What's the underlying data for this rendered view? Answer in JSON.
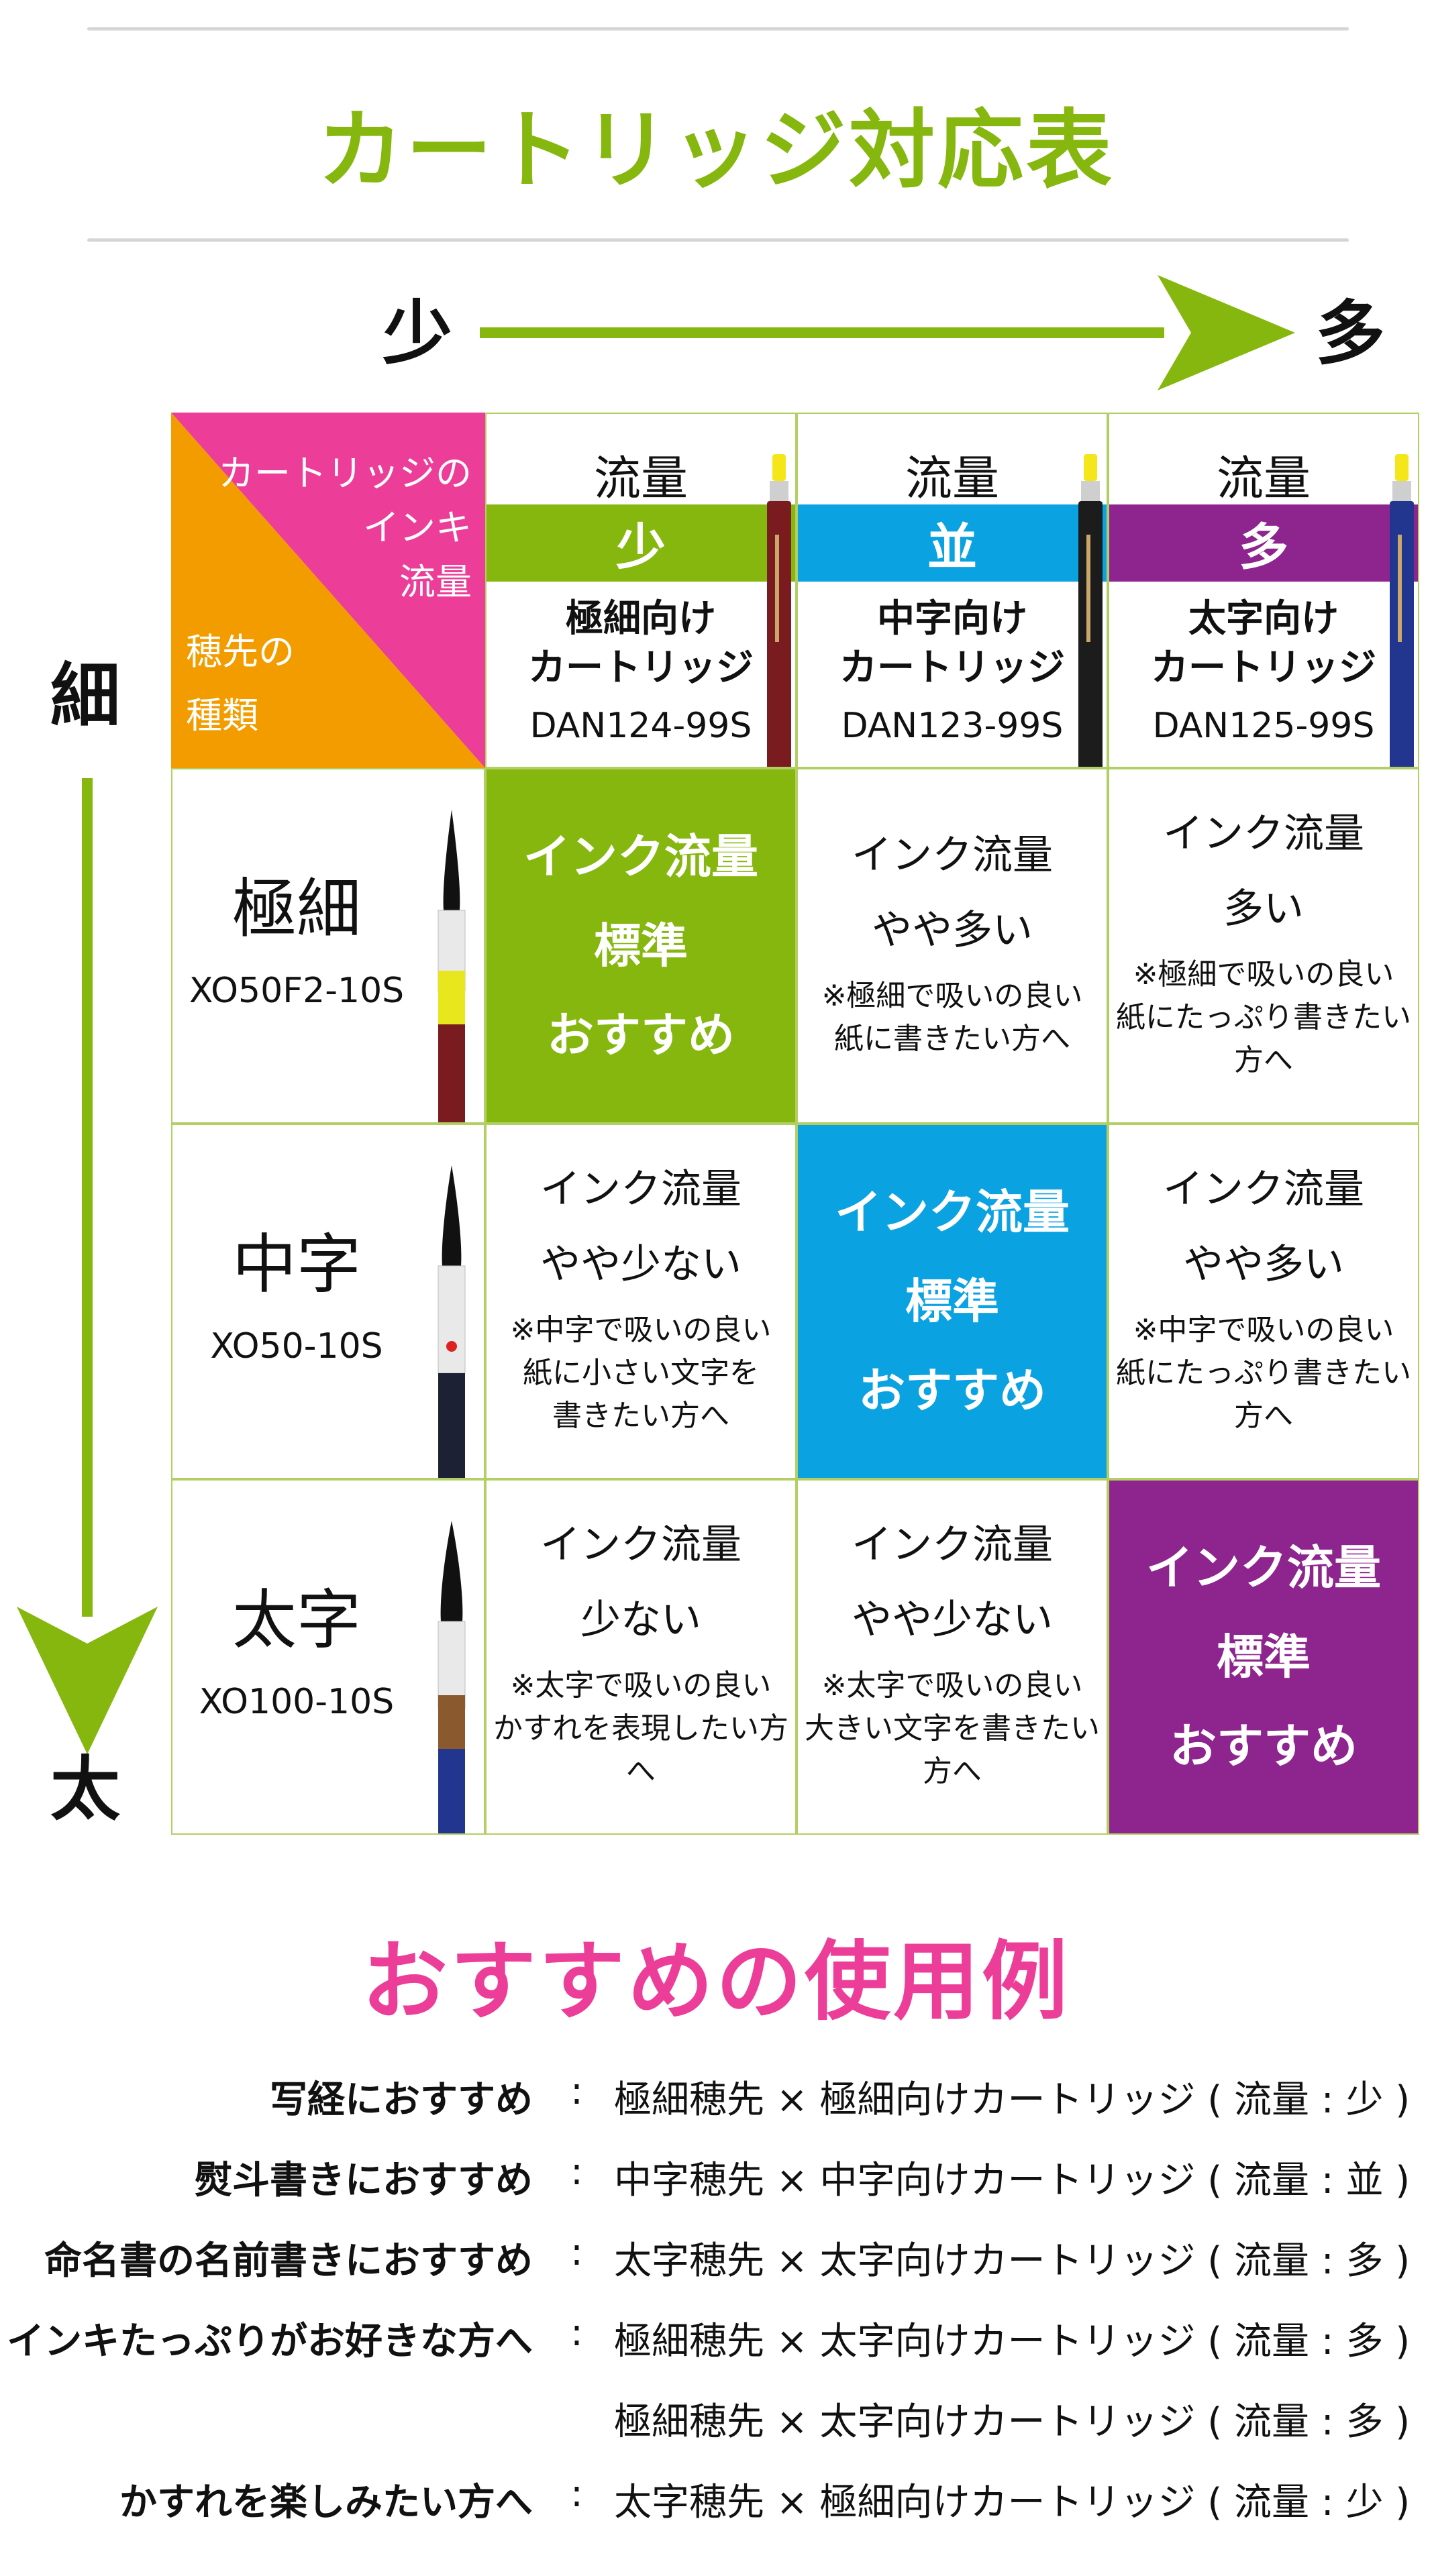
{
  "title": "カートリッジ対応表",
  "axis": {
    "left": "少",
    "right": "多",
    "top": "細",
    "bottom": "太"
  },
  "corner": {
    "cartridge_label": [
      "カートリッジの",
      "インキ",
      "流量"
    ],
    "tip_label": [
      "穂先の",
      "種類"
    ]
  },
  "colors": {
    "accent_green": "#85b70e",
    "accent_blue": "#0ba2e1",
    "accent_purple": "#8e258f",
    "accent_pink": "#ec3e98",
    "accent_orange": "#f39c00"
  },
  "columns": [
    {
      "flow_label": "流量",
      "level": "少",
      "desc1": "極細向け",
      "desc2": "カートリッジ",
      "code": "DAN124-99S"
    },
    {
      "flow_label": "流量",
      "level": "並",
      "desc1": "中字向け",
      "desc2": "カートリッジ",
      "code": "DAN123-99S"
    },
    {
      "flow_label": "流量",
      "level": "多",
      "desc1": "太字向け",
      "desc2": "カートリッジ",
      "code": "DAN125-99S"
    }
  ],
  "rows": [
    {
      "name": "極細",
      "code": "XO50F2-10S",
      "cells": [
        {
          "lines": [
            "インク流量",
            "標準",
            "おすすめ"
          ]
        },
        {
          "l1": "インク流量",
          "l2": "やや多い",
          "note": [
            "※極細で吸いの良い",
            "紙に書きたい方へ"
          ]
        },
        {
          "l1": "インク流量",
          "l2": "多い",
          "note": [
            "※極細で吸いの良い",
            "紙にたっぷり書きたい方へ"
          ]
        }
      ]
    },
    {
      "name": "中字",
      "code": "XO50-10S",
      "cells": [
        {
          "l1": "インク流量",
          "l2": "やや少ない",
          "note": [
            "※中字で吸いの良い",
            "紙に小さい文字を",
            "書きたい方へ"
          ]
        },
        {
          "lines": [
            "インク流量",
            "標準",
            "おすすめ"
          ]
        },
        {
          "l1": "インク流量",
          "l2": "やや多い",
          "note": [
            "※中字で吸いの良い",
            "紙にたっぷり書きたい方へ"
          ]
        }
      ]
    },
    {
      "name": "太字",
      "code": "XO100-10S",
      "cells": [
        {
          "l1": "インク流量",
          "l2": "少ない",
          "note": [
            "※太字で吸いの良い",
            "かすれを表現したい方へ"
          ]
        },
        {
          "l1": "インク流量",
          "l2": "やや少ない",
          "note": [
            "※太字で吸いの良い",
            "大きい文字を書きたい方へ"
          ]
        },
        {
          "lines": [
            "インク流量",
            "標準",
            "おすすめ"
          ]
        }
      ]
    }
  ],
  "usage": {
    "title": "おすすめの使用例",
    "items": [
      {
        "label": "写経におすすめ",
        "colon": ":",
        "value": "極細穂先 × 極細向けカートリッジ ( 流量 : 少 )"
      },
      {
        "label": "熨斗書きにおすすめ",
        "colon": ":",
        "value": "中字穂先 × 中字向けカートリッジ ( 流量 : 並 )"
      },
      {
        "label": "命名書の名前書きにおすすめ",
        "colon": ":",
        "value": "太字穂先 × 太字向けカートリッジ ( 流量 : 多 )"
      },
      {
        "label": "インキたっぷりがお好きな方へ",
        "colon": ":",
        "value": "極細穂先 × 太字向けカートリッジ ( 流量 : 多 )"
      },
      {
        "label": "",
        "colon": "",
        "value": "極細穂先 × 太字向けカートリッジ ( 流量 : 多 )"
      },
      {
        "label": "かすれを楽しみたい方へ",
        "colon": ":",
        "value": "太字穂先 × 極細向けカートリッジ ( 流量 : 少 )"
      }
    ]
  }
}
